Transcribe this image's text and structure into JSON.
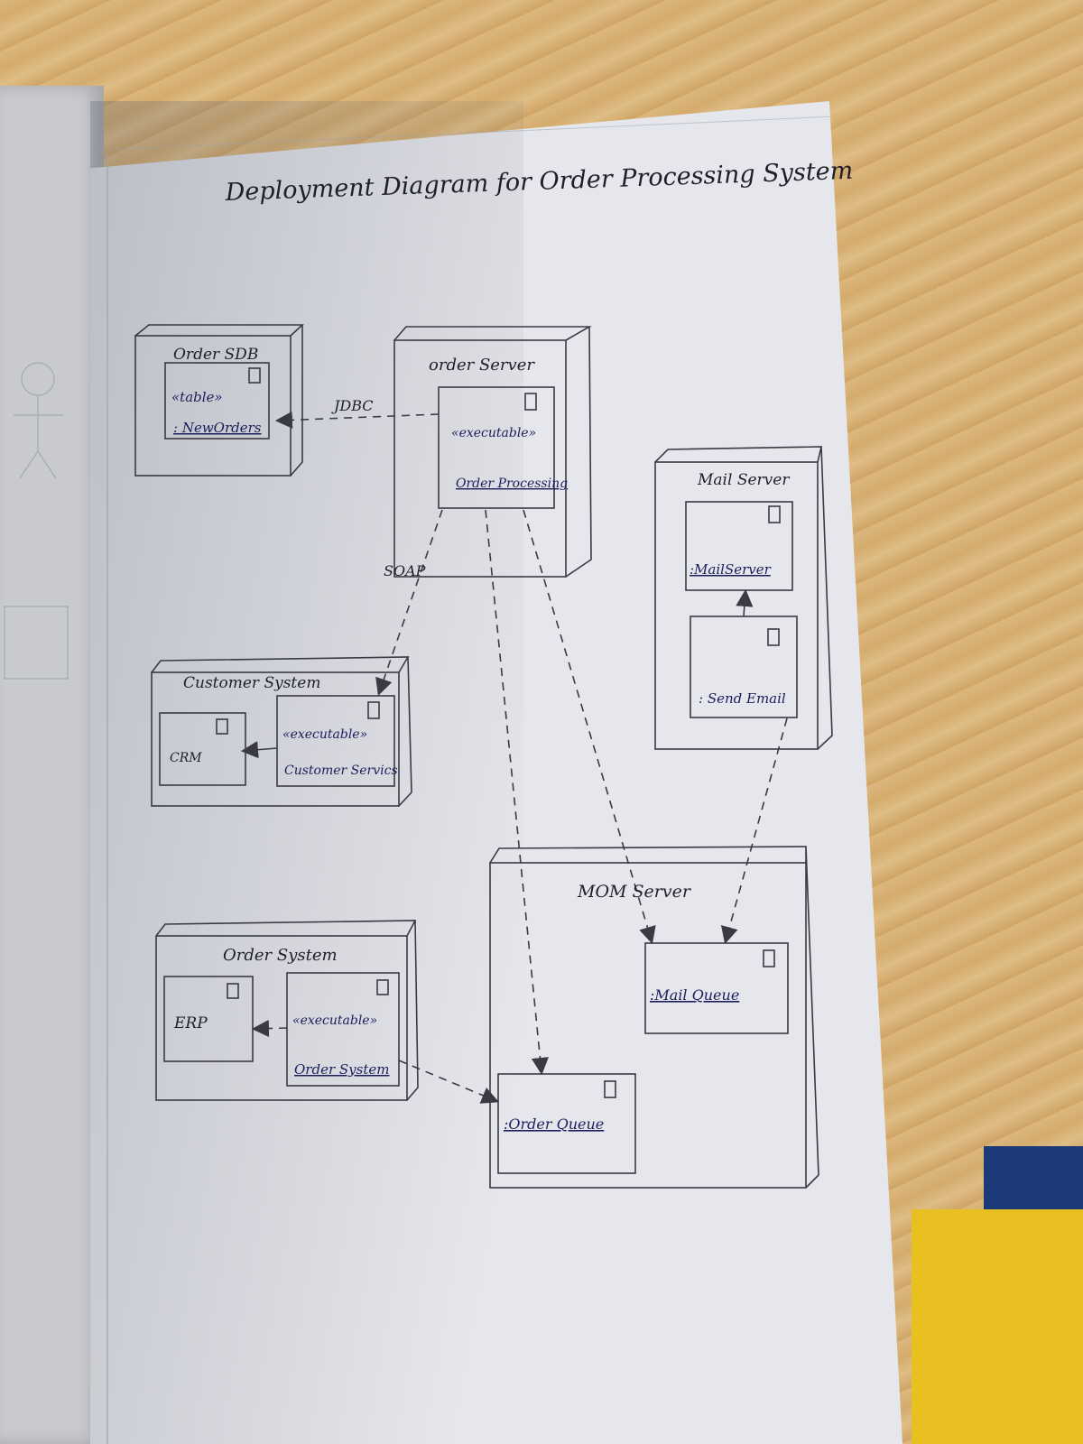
{
  "title": "Deployment Diagram for Order Processing System",
  "nodes": {
    "order_sdb": {
      "name": "Order SDB",
      "stereotype": "«table»",
      "component": ": NewOrders"
    },
    "order_server": {
      "name": "order Server",
      "stereotype": "«executable»",
      "component": "Order Processing"
    },
    "mail_server": {
      "name": "Mail Server",
      "component_top": ":MailServer",
      "component_bottom": ": Send Email"
    },
    "customer_system": {
      "name": "Customer System",
      "crm": "CRM",
      "stereotype": "«executable»",
      "component": "Customer Servics"
    },
    "order_system": {
      "name": "Order System",
      "erp": "ERP",
      "stereotype": "«executable»",
      "component": "Order System"
    },
    "mom_server": {
      "name": "MOM Server",
      "mail_queue": ":Mail Queue",
      "order_queue": ":Order Queue"
    }
  },
  "connectors": {
    "jdbc": "JDBC",
    "soap": "SOAP"
  },
  "colors": {
    "ink": "#1a1f5c",
    "pencil": "#3a3a44",
    "paper": "#e6e7ec"
  }
}
